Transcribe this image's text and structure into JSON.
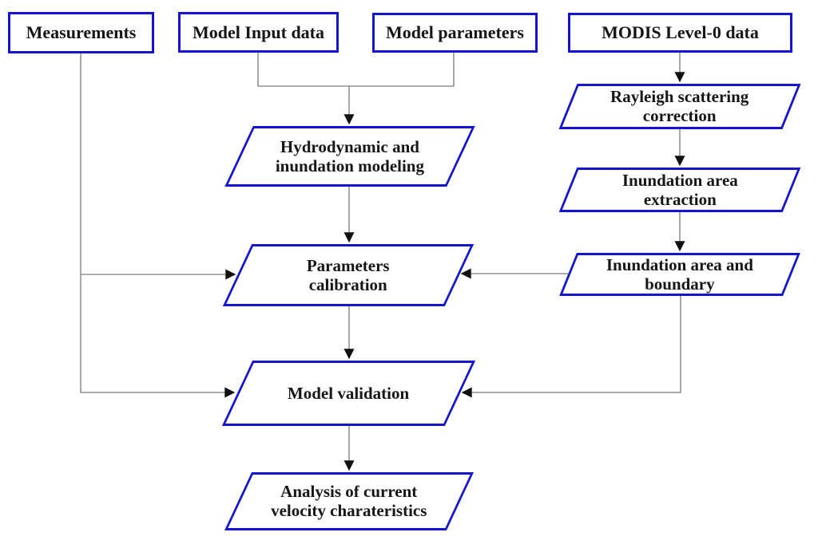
{
  "diagram": {
    "type": "flowchart",
    "title": ""
  },
  "colors": {
    "canvas_bg": "#ffffff",
    "box_border": "#1515cd",
    "node_text": "#161616",
    "connector": "#7a7a7a",
    "arrowhead": "#111111"
  },
  "nodes": {
    "measurements": {
      "shape": "rectangle",
      "label": "Measurements"
    },
    "model_input_data": {
      "shape": "rectangle",
      "label": "Model Input data"
    },
    "model_parameters": {
      "shape": "rectangle",
      "label": "Model parameters"
    },
    "modis_level0_data": {
      "shape": "rectangle",
      "label": "MODIS Level-0 data"
    },
    "hydrodynamic_modeling": {
      "shape": "parallelogram",
      "label": "Hydrodynamic and inundation modeling",
      "line1": "Hydrodynamic and",
      "line2": "inundation modeling"
    },
    "rayleigh_correction": {
      "shape": "parallelogram",
      "label": "Rayleigh scattering correction",
      "line1": "Rayleigh scattering",
      "line2": "correction"
    },
    "inundation_extraction": {
      "shape": "parallelogram",
      "label": "Inundation area extraction",
      "line1": "Inundation area",
      "line2": "extraction"
    },
    "parameters_calibration": {
      "shape": "parallelogram",
      "label": "Parameters calibration",
      "line1": "Parameters",
      "line2": "calibration"
    },
    "inundation_boundary": {
      "shape": "parallelogram",
      "label": "Inundation area and boundary",
      "line1": "Inundation area and",
      "line2": "boundary"
    },
    "model_validation": {
      "shape": "parallelogram",
      "label": "Model validation",
      "line1": "Model validation",
      "line2": ""
    },
    "analysis_velocity": {
      "shape": "parallelogram",
      "label": "Analysis of current velocity charateristics",
      "line1": "Analysis of current",
      "line2": "velocity charateristics"
    }
  },
  "edges": [
    {
      "from": "model_input_data",
      "to": "hydrodynamic_modeling"
    },
    {
      "from": "model_parameters",
      "to": "hydrodynamic_modeling"
    },
    {
      "from": "hydrodynamic_modeling",
      "to": "parameters_calibration"
    },
    {
      "from": "measurements",
      "to": "parameters_calibration"
    },
    {
      "from": "measurements",
      "to": "model_validation"
    },
    {
      "from": "modis_level0_data",
      "to": "rayleigh_correction"
    },
    {
      "from": "rayleigh_correction",
      "to": "inundation_extraction"
    },
    {
      "from": "inundation_extraction",
      "to": "inundation_boundary"
    },
    {
      "from": "inundation_boundary",
      "to": "parameters_calibration"
    },
    {
      "from": "inundation_boundary",
      "to": "model_validation"
    },
    {
      "from": "parameters_calibration",
      "to": "model_validation"
    },
    {
      "from": "model_validation",
      "to": "analysis_velocity"
    }
  ]
}
